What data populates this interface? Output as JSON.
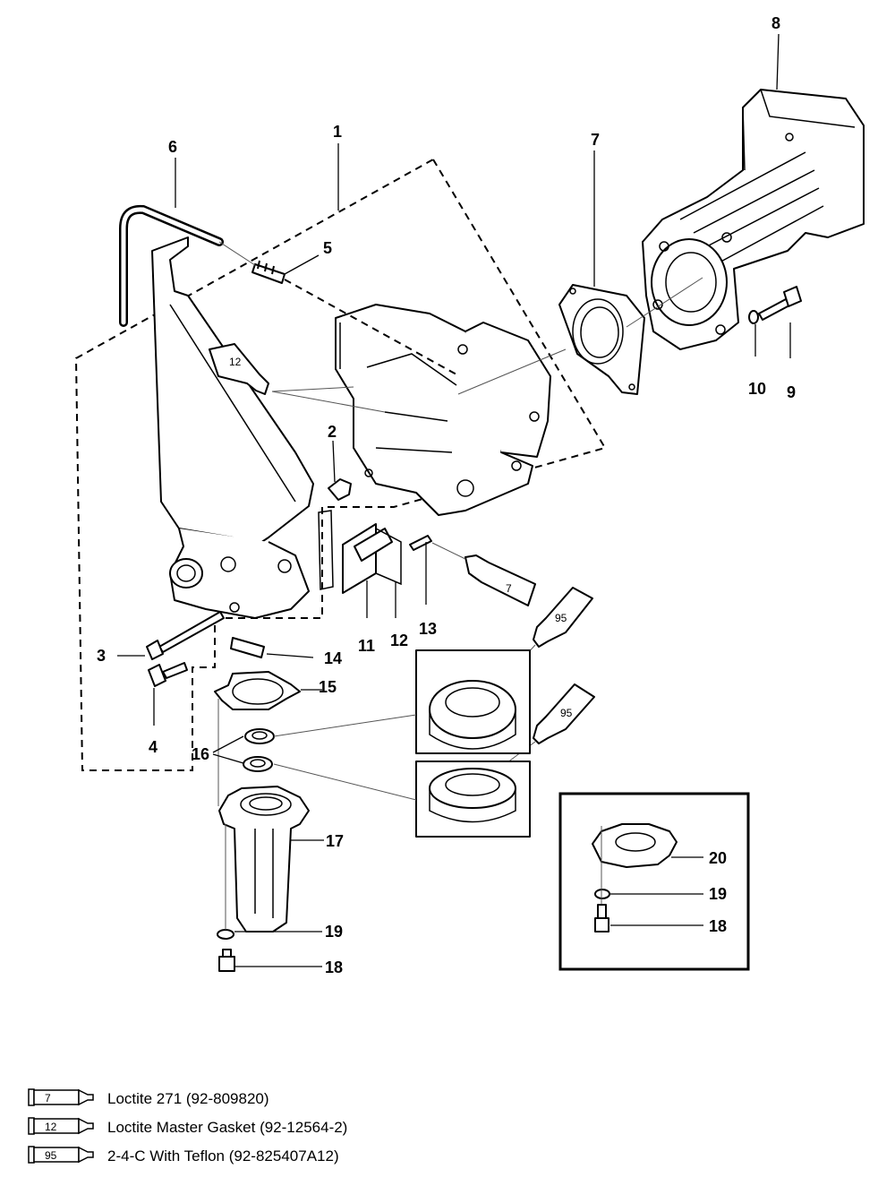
{
  "callouts": {
    "c1": "1",
    "c2": "2",
    "c3": "3",
    "c4": "4",
    "c5": "5",
    "c6": "6",
    "c7": "7",
    "c8": "8",
    "c9": "9",
    "c10": "10",
    "c11": "11",
    "c12": "12",
    "c13": "13",
    "c14": "14",
    "c15": "15",
    "c16": "16",
    "c17": "17",
    "c18": "18",
    "c19": "19",
    "c18b": "18",
    "c19b": "19",
    "c20": "20"
  },
  "tube_labels": {
    "t12": "12",
    "t7": "7",
    "t95a": "95",
    "t95b": "95"
  },
  "legend": [
    {
      "code": "7",
      "text": "Loctite 271 (92-809820)"
    },
    {
      "code": "12",
      "text": "Loctite Master Gasket (92-12564-2)"
    },
    {
      "code": "95",
      "text": "2-4-C  With Teflon (92-825407A12)"
    }
  ]
}
